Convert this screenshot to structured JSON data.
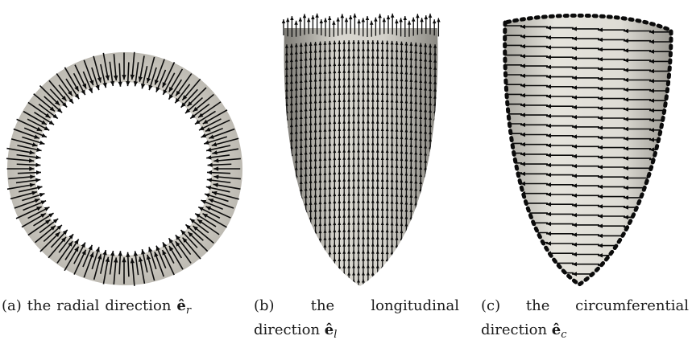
{
  "figure": {
    "subfigures": [
      {
        "id": "a",
        "caption": {
          "tag": "(a)",
          "line1_words": [
            "the",
            "radial",
            "direction"
          ],
          "line2_words": [],
          "math": {
            "symbol": "ê",
            "subscript": "r"
          }
        }
      },
      {
        "id": "b",
        "caption": {
          "tag": "(b)",
          "line1_words": [
            "the",
            "longitudinal"
          ],
          "line2_words": [
            "direction"
          ],
          "math": {
            "symbol": "ê",
            "subscript": "l"
          }
        }
      },
      {
        "id": "c",
        "caption": {
          "tag": "(c)",
          "line1_words": [
            "the",
            "circumferential"
          ],
          "line2_words": [
            "direction"
          ],
          "math": {
            "symbol": "ê",
            "subscript": "c"
          }
        }
      }
    ]
  },
  "colors": {
    "surface": "#d4d2cb",
    "surface_light": "#e8e6df",
    "surface_dark": "#a8a69f",
    "arrow": "#0b0b0b",
    "background": "#ffffff"
  }
}
